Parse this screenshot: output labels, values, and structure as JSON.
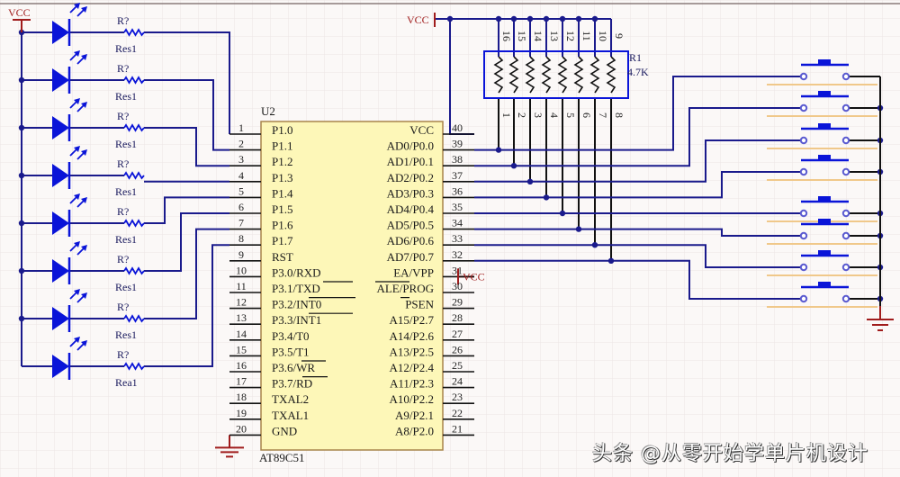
{
  "schematic": {
    "power_labels": {
      "vcc_left": "VCC",
      "vcc_top": "VCC",
      "vcc_ea": "VCC"
    },
    "led_resistors": [
      {
        "ref": "R?",
        "value": "Res1"
      },
      {
        "ref": "R?",
        "value": "Res1"
      },
      {
        "ref": "R?",
        "value": "Res1"
      },
      {
        "ref": "R?",
        "value": "Res1"
      },
      {
        "ref": "R?",
        "value": "Res1"
      },
      {
        "ref": "R?",
        "value": "Res1"
      },
      {
        "ref": "R?",
        "value": "Res1"
      },
      {
        "ref": "R?",
        "value": "Rea1"
      }
    ],
    "chip": {
      "ref": "U2",
      "part": "AT89C51",
      "left_pins": [
        {
          "num": "1",
          "name": "P1.0"
        },
        {
          "num": "2",
          "name": "P1.1"
        },
        {
          "num": "3",
          "name": "P1.2"
        },
        {
          "num": "4",
          "name": "P1.3"
        },
        {
          "num": "5",
          "name": "P1.4"
        },
        {
          "num": "6",
          "name": "P1.5"
        },
        {
          "num": "7",
          "name": "P1.6"
        },
        {
          "num": "8",
          "name": "P1.7"
        },
        {
          "num": "9",
          "name": "RST"
        },
        {
          "num": "10",
          "name": "P3.0/RXD"
        },
        {
          "num": "11",
          "name": "P3.1/TXD"
        },
        {
          "num": "12",
          "name": "P3.2/INT0"
        },
        {
          "num": "13",
          "name": "P3.3/INT1"
        },
        {
          "num": "14",
          "name": "P3.4/T0"
        },
        {
          "num": "15",
          "name": "P3.5/T1"
        },
        {
          "num": "16",
          "name": "P3.6/WR"
        },
        {
          "num": "17",
          "name": "P3.7/RD"
        },
        {
          "num": "18",
          "name": "TXAL2"
        },
        {
          "num": "19",
          "name": "TXAL1"
        },
        {
          "num": "20",
          "name": "GND"
        }
      ],
      "right_pins": [
        {
          "num": "40",
          "name": "VCC"
        },
        {
          "num": "39",
          "name": "AD0/P0.0"
        },
        {
          "num": "38",
          "name": "AD1/P0.1"
        },
        {
          "num": "37",
          "name": "AD2/P0.2"
        },
        {
          "num": "36",
          "name": "AD3/P0.3"
        },
        {
          "num": "35",
          "name": "AD4/P0.4"
        },
        {
          "num": "34",
          "name": "AD5/P0.5"
        },
        {
          "num": "33",
          "name": "AD6/P0.6"
        },
        {
          "num": "32",
          "name": "AD7/P0.7"
        },
        {
          "num": "31",
          "name": "EA/VPP"
        },
        {
          "num": "30",
          "name": "ALE/PROG"
        },
        {
          "num": "29",
          "name": "PSEN"
        },
        {
          "num": "28",
          "name": "A15/P2.7"
        },
        {
          "num": "27",
          "name": "A14/P2.6"
        },
        {
          "num": "26",
          "name": "A13/P2.5"
        },
        {
          "num": "25",
          "name": "A12/P2.4"
        },
        {
          "num": "24",
          "name": "A11/P2.3"
        },
        {
          "num": "23",
          "name": "A10/P2.2"
        },
        {
          "num": "22",
          "name": "A9/P2.1"
        },
        {
          "num": "21",
          "name": "A8/P2.0"
        }
      ]
    },
    "resistor_pack": {
      "ref": "R1",
      "value": "4.7K",
      "top_pins": [
        "16",
        "15",
        "14",
        "13",
        "12",
        "11",
        "10",
        "9"
      ],
      "bottom_pins": [
        "1",
        "2",
        "3",
        "4",
        "5",
        "6",
        "7",
        "8"
      ]
    },
    "buttons_count": 8,
    "leds_count": 8
  },
  "watermark": "头条 @从零开始学单片机设计",
  "colors": {
    "wire": "#1a1a8c",
    "component": "#0a14d8",
    "power": "#a01c1c",
    "chip_fill": "#fdf7b8",
    "chip_border": "#a8844a"
  }
}
